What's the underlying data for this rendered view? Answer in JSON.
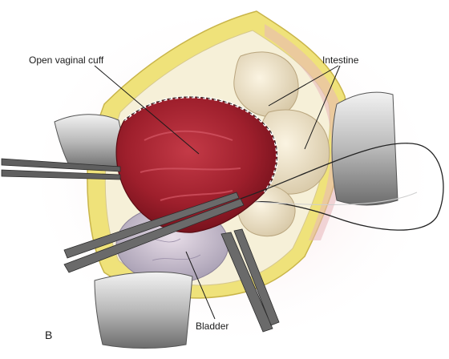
{
  "figure": {
    "panel_letter": "B",
    "labels": {
      "open_vaginal_cuff": "Open vaginal cuff",
      "intestine": "Intestine",
      "bladder": "Bladder"
    }
  }
}
